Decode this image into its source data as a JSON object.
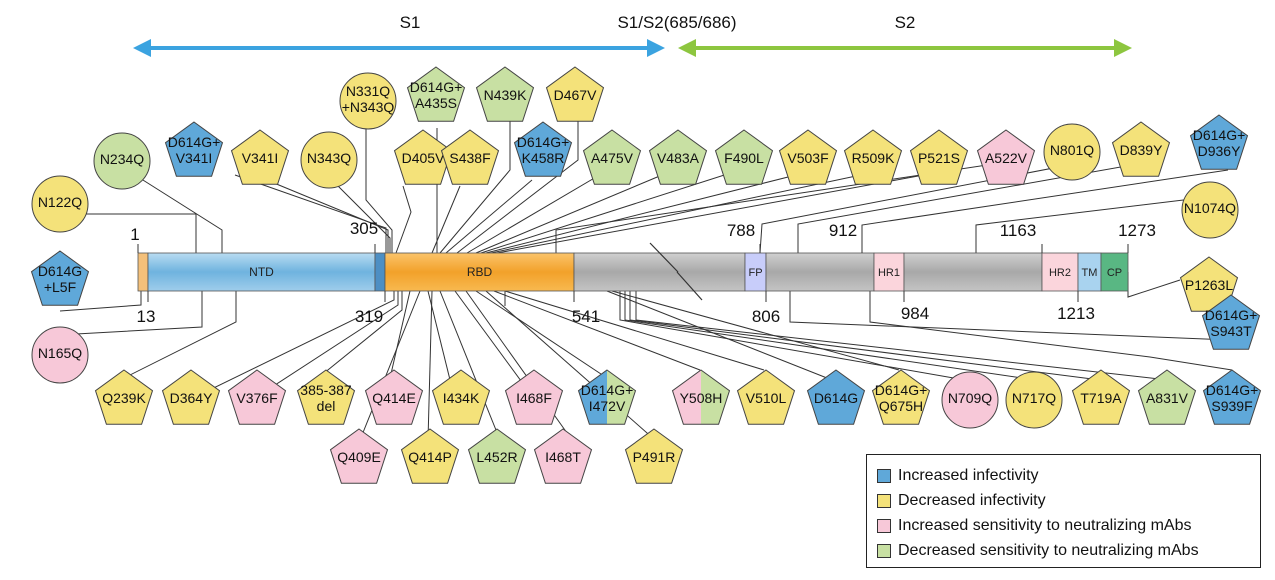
{
  "colors": {
    "increased_infectivity": "#5fa8d9",
    "decreased_infectivity": "#f4e27a",
    "increased_sensitivity": "#f7c8d8",
    "decreased_sensitivity": "#c8e0a3",
    "s1_arrow": "#3ba3e0",
    "s2_arrow": "#8dc63f"
  },
  "header": {
    "s1": "S1",
    "cleavage": "S1/S2(685/686)",
    "s2": "S2"
  },
  "domains": [
    {
      "name": "",
      "start": 1,
      "end": 13
    },
    {
      "name": "NTD",
      "start": 13,
      "end": 305
    },
    {
      "name": "",
      "start": 305,
      "end": 319
    },
    {
      "name": "RBD",
      "start": 319,
      "end": 541
    },
    {
      "name": "FP",
      "start": 788,
      "end": 806
    },
    {
      "name": "HR1",
      "start": 912,
      "end": 984
    },
    {
      "name": "HR2",
      "start": 1163,
      "end": 1213
    },
    {
      "name": "TM",
      "start": 1213,
      "end": 1237
    },
    {
      "name": "CP",
      "start": 1237,
      "end": 1273
    }
  ],
  "position_labels": [
    "1",
    "13",
    "305",
    "319",
    "541",
    "788",
    "806",
    "912",
    "984",
    "1163",
    "1213",
    "1273"
  ],
  "mutations": [
    {
      "label": "D614G\n+L5F",
      "color": "increased_infectivity",
      "shape": "pentagon"
    },
    {
      "label": "N122Q",
      "color": "decreased_infectivity",
      "shape": "circle"
    },
    {
      "label": "N165Q",
      "color": "increased_sensitivity",
      "shape": "circle"
    },
    {
      "label": "N234Q",
      "color": "decreased_sensitivity",
      "shape": "circle"
    },
    {
      "label": "D614G+\nV341I",
      "color": "increased_infectivity",
      "shape": "pentagon"
    },
    {
      "label": "V341I",
      "color": "decreased_infectivity",
      "shape": "pentagon"
    },
    {
      "label": "N343Q",
      "color": "decreased_infectivity",
      "shape": "circle"
    },
    {
      "label": "N331Q\n+N343Q",
      "color": "decreased_infectivity",
      "shape": "circle"
    },
    {
      "label": "D405V",
      "color": "decreased_infectivity",
      "shape": "pentagon"
    },
    {
      "label": "D614G+\nA435S",
      "color": "decreased_sensitivity",
      "shape": "pentagon"
    },
    {
      "label": "S438F",
      "color": "decreased_infectivity",
      "shape": "pentagon"
    },
    {
      "label": "N439K",
      "color": "decreased_sensitivity",
      "shape": "pentagon"
    },
    {
      "label": "D614G+\nK458R",
      "color": "increased_infectivity",
      "shape": "pentagon"
    },
    {
      "label": "D467V",
      "color": "decreased_infectivity",
      "shape": "pentagon"
    },
    {
      "label": "A475V",
      "color": "decreased_sensitivity",
      "shape": "pentagon"
    },
    {
      "label": "V483A",
      "color": "decreased_sensitivity",
      "shape": "pentagon"
    },
    {
      "label": "F490L",
      "color": "decreased_sensitivity",
      "shape": "pentagon"
    },
    {
      "label": "V503F",
      "color": "decreased_infectivity",
      "shape": "pentagon"
    },
    {
      "label": "R509K",
      "color": "decreased_infectivity",
      "shape": "pentagon"
    },
    {
      "label": "P521S",
      "color": "decreased_infectivity",
      "shape": "pentagon"
    },
    {
      "label": "A522V",
      "color": "increased_sensitivity",
      "shape": "pentagon"
    },
    {
      "label": "N801Q",
      "color": "decreased_infectivity",
      "shape": "circle"
    },
    {
      "label": "D839Y",
      "color": "decreased_infectivity",
      "shape": "pentagon"
    },
    {
      "label": "D614G+\nD936Y",
      "color": "increased_infectivity",
      "shape": "pentagon"
    },
    {
      "label": "N1074Q",
      "color": "decreased_infectivity",
      "shape": "circle"
    },
    {
      "label": "P1263L",
      "color": "decreased_infectivity",
      "shape": "pentagon"
    },
    {
      "label": "D614G+\nS943T",
      "color": "increased_infectivity",
      "shape": "pentagon"
    },
    {
      "label": "Q239K",
      "color": "decreased_infectivity",
      "shape": "pentagon"
    },
    {
      "label": "D364Y",
      "color": "decreased_infectivity",
      "shape": "pentagon"
    },
    {
      "label": "V376F",
      "color": "increased_sensitivity",
      "shape": "pentagon"
    },
    {
      "label": "385-387\ndel",
      "color": "decreased_infectivity",
      "shape": "pentagon"
    },
    {
      "label": "Q414E",
      "color": "increased_sensitivity",
      "shape": "pentagon"
    },
    {
      "label": "I434K",
      "color": "decreased_infectivity",
      "shape": "pentagon"
    },
    {
      "label": "I468F",
      "color": "increased_sensitivity",
      "shape": "pentagon"
    },
    {
      "label": "D614G+\nI472V",
      "color": "increased_infectivity",
      "shape": "pentagon",
      "color2": "decreased_sensitivity"
    },
    {
      "label": "Y508H",
      "color": "increased_sensitivity",
      "shape": "pentagon",
      "color2": "decreased_sensitivity"
    },
    {
      "label": "V510L",
      "color": "decreased_infectivity",
      "shape": "pentagon"
    },
    {
      "label": "D614G",
      "color": "increased_infectivity",
      "shape": "pentagon"
    },
    {
      "label": "D614G+\nQ675H",
      "color": "decreased_infectivity",
      "shape": "pentagon"
    },
    {
      "label": "N709Q",
      "color": "increased_sensitivity",
      "shape": "circle"
    },
    {
      "label": "N717Q",
      "color": "decreased_infectivity",
      "shape": "circle"
    },
    {
      "label": "T719A",
      "color": "decreased_infectivity",
      "shape": "pentagon"
    },
    {
      "label": "A831V",
      "color": "decreased_sensitivity",
      "shape": "pentagon"
    },
    {
      "label": "D614G+\nS939F",
      "color": "increased_infectivity",
      "shape": "pentagon"
    },
    {
      "label": "Q409E",
      "color": "increased_sensitivity",
      "shape": "pentagon"
    },
    {
      "label": "Q414P",
      "color": "decreased_infectivity",
      "shape": "pentagon"
    },
    {
      "label": "L452R",
      "color": "decreased_sensitivity",
      "shape": "pentagon"
    },
    {
      "label": "I468T",
      "color": "increased_sensitivity",
      "shape": "pentagon"
    },
    {
      "label": "P491R",
      "color": "decreased_infectivity",
      "shape": "pentagon"
    }
  ],
  "legend": [
    {
      "label": "Increased infectivity",
      "color": "increased_infectivity"
    },
    {
      "label": "Decreased infectivity",
      "color": "decreased_infectivity"
    },
    {
      "label": "Increased sensitivity to neutralizing mAbs",
      "color": "increased_sensitivity"
    },
    {
      "label": "Decreased sensitivity to neutralizing mAbs",
      "color": "decreased_sensitivity"
    }
  ]
}
